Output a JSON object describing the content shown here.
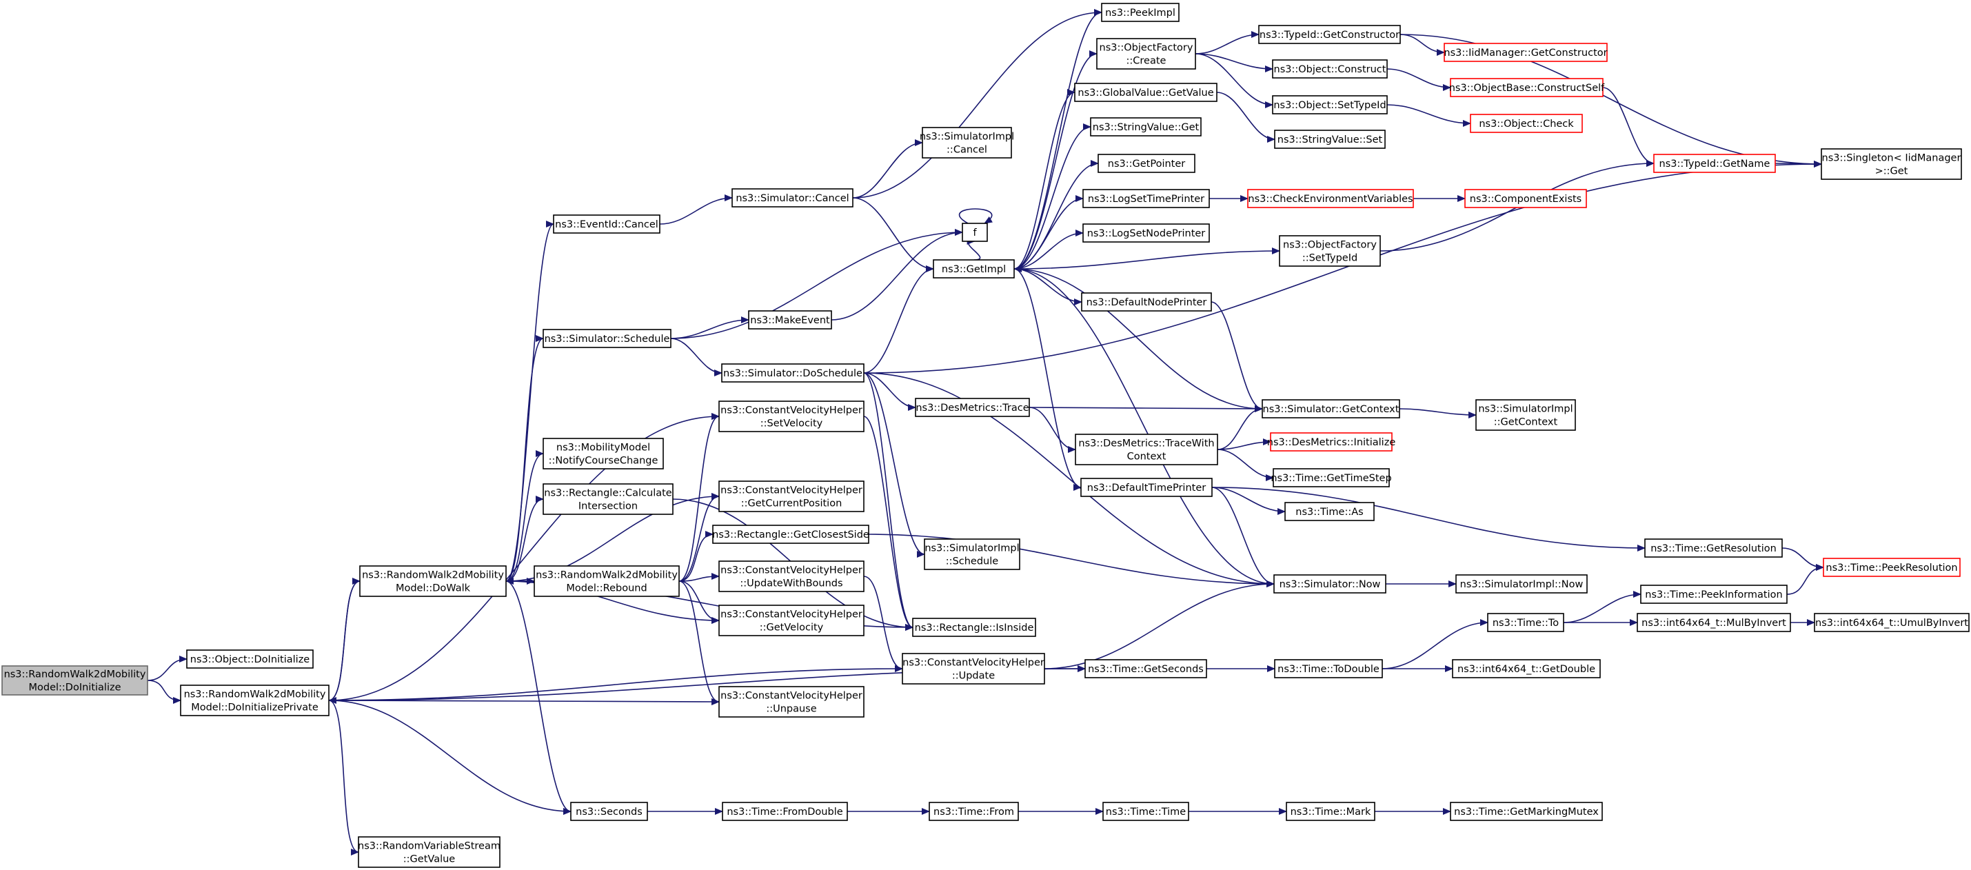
{
  "nodes": [
    {
      "id": "root",
      "lines": [
        "ns3::RandomWalk2dMobility",
        "Model::DoInitialize"
      ],
      "style": "root"
    },
    {
      "id": "obj_doinit",
      "lines": [
        "ns3::Object::DoInitialize"
      ]
    },
    {
      "id": "doinitpriv",
      "lines": [
        "ns3::RandomWalk2dMobility",
        "Model::DoInitializePrivate"
      ]
    },
    {
      "id": "dowalk",
      "lines": [
        "ns3::RandomWalk2dMobility",
        "Model::DoWalk"
      ]
    },
    {
      "id": "rebound",
      "lines": [
        "ns3::RandomWalk2dMobility",
        "Model::Rebound"
      ]
    },
    {
      "id": "rvs_get",
      "lines": [
        "ns3::RandomVariableStream",
        "::GetValue"
      ]
    },
    {
      "id": "eventcancel",
      "lines": [
        "ns3::EventId::Cancel"
      ]
    },
    {
      "id": "simsched",
      "lines": [
        "ns3::Simulator::Schedule"
      ]
    },
    {
      "id": "mobnotify",
      "lines": [
        "ns3::MobilityModel",
        "::NotifyCourseChange"
      ]
    },
    {
      "id": "rectcalc",
      "lines": [
        "ns3::Rectangle::Calculate",
        "Intersection"
      ]
    },
    {
      "id": "seconds",
      "lines": [
        "ns3::Seconds"
      ]
    },
    {
      "id": "simcancel",
      "lines": [
        "ns3::Simulator::Cancel"
      ]
    },
    {
      "id": "makeevent",
      "lines": [
        "ns3::MakeEvent"
      ]
    },
    {
      "id": "simdosched",
      "lines": [
        "ns3::Simulator::DoSchedule"
      ]
    },
    {
      "id": "cvh_setvel",
      "lines": [
        "ns3::ConstantVelocityHelper",
        "::SetVelocity"
      ]
    },
    {
      "id": "cvh_getpos",
      "lines": [
        "ns3::ConstantVelocityHelper",
        "::GetCurrentPosition"
      ]
    },
    {
      "id": "rect_closest",
      "lines": [
        "ns3::Rectangle::GetClosestSide"
      ]
    },
    {
      "id": "cvh_updbounds",
      "lines": [
        "ns3::ConstantVelocityHelper",
        "::UpdateWithBounds"
      ]
    },
    {
      "id": "cvh_getvel",
      "lines": [
        "ns3::ConstantVelocityHelper",
        "::GetVelocity"
      ]
    },
    {
      "id": "cvh_unpause",
      "lines": [
        "ns3::ConstantVelocityHelper",
        "::Unpause"
      ]
    },
    {
      "id": "timefromdouble",
      "lines": [
        "ns3::Time::FromDouble"
      ]
    },
    {
      "id": "simimplcancel",
      "lines": [
        "ns3::SimulatorImpl",
        "::Cancel"
      ]
    },
    {
      "id": "f",
      "lines": [
        "f"
      ]
    },
    {
      "id": "getimpl",
      "lines": [
        "ns3::GetImpl"
      ]
    },
    {
      "id": "desmetrics_trace",
      "lines": [
        "ns3::DesMetrics::Trace"
      ]
    },
    {
      "id": "simimplsched",
      "lines": [
        "ns3::SimulatorImpl",
        "::Schedule"
      ]
    },
    {
      "id": "rect_isinside",
      "lines": [
        "ns3::Rectangle::IsInside"
      ]
    },
    {
      "id": "cvh_update",
      "lines": [
        "ns3::ConstantVelocityHelper",
        "::Update"
      ]
    },
    {
      "id": "timefrom",
      "lines": [
        "ns3::Time::From"
      ]
    },
    {
      "id": "peekimpl",
      "lines": [
        "ns3::PeekImpl"
      ]
    },
    {
      "id": "objfactory_create",
      "lines": [
        "ns3::ObjectFactory",
        "::Create"
      ]
    },
    {
      "id": "globalvalue_get",
      "lines": [
        "ns3::GlobalValue::GetValue"
      ]
    },
    {
      "id": "stringvalue_get",
      "lines": [
        "ns3::StringValue::Get"
      ]
    },
    {
      "id": "getpointer",
      "lines": [
        "ns3::GetPointer"
      ]
    },
    {
      "id": "logsettime",
      "lines": [
        "ns3::LogSetTimePrinter"
      ]
    },
    {
      "id": "logsetnode",
      "lines": [
        "ns3::LogSetNodePrinter"
      ]
    },
    {
      "id": "defnodeprinter",
      "lines": [
        "ns3::DefaultNodePrinter"
      ]
    },
    {
      "id": "desmetrics_tracectx",
      "lines": [
        "ns3::DesMetrics::TraceWith",
        "Context"
      ]
    },
    {
      "id": "deftimeprinter",
      "lines": [
        "ns3::DefaultTimePrinter"
      ]
    },
    {
      "id": "timegetseconds",
      "lines": [
        "ns3::Time::GetSeconds"
      ]
    },
    {
      "id": "timetime",
      "lines": [
        "ns3::Time::Time"
      ]
    },
    {
      "id": "typeid_getctor",
      "lines": [
        "ns3::TypeId::GetConstructor"
      ]
    },
    {
      "id": "obj_construct",
      "lines": [
        "ns3::Object::Construct"
      ]
    },
    {
      "id": "obj_settypeid",
      "lines": [
        "ns3::Object::SetTypeId"
      ]
    },
    {
      "id": "stringvalue_set",
      "lines": [
        "ns3::StringValue::Set"
      ]
    },
    {
      "id": "checkenv",
      "lines": [
        "ns3::CheckEnvironmentVariables"
      ],
      "style": "red"
    },
    {
      "id": "objfactory_settypeid",
      "lines": [
        "ns3::ObjectFactory",
        "::SetTypeId"
      ]
    },
    {
      "id": "simgetctx",
      "lines": [
        "ns3::Simulator::GetContext"
      ]
    },
    {
      "id": "desmetrics_init",
      "lines": [
        "ns3::DesMetrics::Initialize"
      ],
      "style": "red"
    },
    {
      "id": "timegetstep",
      "lines": [
        "ns3::Time::GetTimeStep"
      ]
    },
    {
      "id": "timeas",
      "lines": [
        "ns3::Time::As"
      ]
    },
    {
      "id": "simnow",
      "lines": [
        "ns3::Simulator::Now"
      ]
    },
    {
      "id": "timetodouble",
      "lines": [
        "ns3::Time::ToDouble"
      ]
    },
    {
      "id": "timemark",
      "lines": [
        "ns3::Time::Mark"
      ]
    },
    {
      "id": "iidmgr_getctor",
      "lines": [
        "ns3::IidManager::GetConstructor"
      ],
      "style": "red"
    },
    {
      "id": "objbase_constructself",
      "lines": [
        "ns3::ObjectBase::ConstructSelf"
      ],
      "style": "red"
    },
    {
      "id": "objcheck",
      "lines": [
        "ns3::Object::Check"
      ],
      "style": "red"
    },
    {
      "id": "componentexists",
      "lines": [
        "ns3::ComponentExists"
      ],
      "style": "red"
    },
    {
      "id": "typeid_getname",
      "lines": [
        "ns3::TypeId::GetName"
      ],
      "style": "red"
    },
    {
      "id": "simimpl_getctx",
      "lines": [
        "ns3::SimulatorImpl",
        "::GetContext"
      ]
    },
    {
      "id": "timegetres",
      "lines": [
        "ns3::Time::GetResolution"
      ]
    },
    {
      "id": "simimplnow",
      "lines": [
        "ns3::SimulatorImpl::Now"
      ]
    },
    {
      "id": "timeto",
      "lines": [
        "ns3::Time::To"
      ]
    },
    {
      "id": "int64_getdouble",
      "lines": [
        "ns3::int64x64_t::GetDouble"
      ]
    },
    {
      "id": "timegetmarkingmutex",
      "lines": [
        "ns3::Time::GetMarkingMutex"
      ]
    },
    {
      "id": "singleton_get",
      "lines": [
        "ns3::Singleton< IidManager",
        " >::Get"
      ]
    },
    {
      "id": "timepeekinfo",
      "lines": [
        "ns3::Time::PeekInformation"
      ]
    },
    {
      "id": "int64_mulbyinvert",
      "lines": [
        "ns3::int64x64_t::MulByInvert"
      ]
    },
    {
      "id": "timepeekres",
      "lines": [
        "ns3::Time::PeekResolution"
      ],
      "style": "red"
    },
    {
      "id": "int64_umulbyinvert",
      "lines": [
        "ns3::int64x64_t::UmulByInvert"
      ]
    }
  ],
  "edges": [
    [
      "root",
      "obj_doinit"
    ],
    [
      "root",
      "doinitpriv"
    ],
    [
      "doinitpriv",
      "dowalk"
    ],
    [
      "doinitpriv",
      "rvs_get"
    ],
    [
      "doinitpriv",
      "seconds"
    ],
    [
      "doinitpriv",
      "cvh_setvel"
    ],
    [
      "doinitpriv",
      "cvh_unpause"
    ],
    [
      "doinitpriv",
      "cvh_update"
    ],
    [
      "doinitpriv",
      "timegetseconds"
    ],
    [
      "dowalk",
      "eventcancel"
    ],
    [
      "dowalk",
      "simsched"
    ],
    [
      "dowalk",
      "mobnotify"
    ],
    [
      "dowalk",
      "rectcalc"
    ],
    [
      "dowalk",
      "rebound"
    ],
    [
      "dowalk",
      "seconds"
    ],
    [
      "dowalk",
      "doinitpriv"
    ],
    [
      "dowalk",
      "cvh_getpos"
    ],
    [
      "dowalk",
      "cvh_getvel"
    ],
    [
      "dowalk",
      "rect_isinside"
    ],
    [
      "rebound",
      "dowalk"
    ],
    [
      "rebound",
      "cvh_setvel"
    ],
    [
      "rebound",
      "cvh_getpos"
    ],
    [
      "rebound",
      "rect_closest"
    ],
    [
      "rebound",
      "cvh_updbounds"
    ],
    [
      "rebound",
      "cvh_getvel"
    ],
    [
      "rebound",
      "cvh_unpause"
    ],
    [
      "eventcancel",
      "simcancel"
    ],
    [
      "simcancel",
      "simimplcancel"
    ],
    [
      "simcancel",
      "getimpl"
    ],
    [
      "simcancel",
      "peekimpl"
    ],
    [
      "simsched",
      "f"
    ],
    [
      "simsched",
      "makeevent"
    ],
    [
      "simsched",
      "simdosched"
    ],
    [
      "makeevent",
      "f"
    ],
    [
      "f",
      "f"
    ],
    [
      "simdosched",
      "getimpl"
    ],
    [
      "simdosched",
      "desmetrics_trace"
    ],
    [
      "simdosched",
      "simimplsched"
    ],
    [
      "simdosched",
      "simnow"
    ],
    [
      "simdosched",
      "rect_isinside"
    ],
    [
      "simdosched",
      "singleton_get"
    ],
    [
      "seconds",
      "timefromdouble"
    ],
    [
      "timefromdouble",
      "timefrom"
    ],
    [
      "timefrom",
      "timetime"
    ],
    [
      "timetime",
      "timemark"
    ],
    [
      "timemark",
      "timegetmarkingmutex"
    ],
    [
      "cvh_setvel",
      "rect_isinside"
    ],
    [
      "rectcalc",
      "rect_isinside"
    ],
    [
      "rect_closest",
      "simnow"
    ],
    [
      "cvh_updbounds",
      "cvh_update"
    ],
    [
      "cvh_update",
      "simnow"
    ],
    [
      "cvh_update",
      "timegetseconds"
    ],
    [
      "getimpl",
      "f"
    ],
    [
      "getimpl",
      "peekimpl"
    ],
    [
      "getimpl",
      "objfactory_create"
    ],
    [
      "getimpl",
      "globalvalue_get"
    ],
    [
      "getimpl",
      "stringvalue_get"
    ],
    [
      "getimpl",
      "getpointer"
    ],
    [
      "getimpl",
      "logsettime"
    ],
    [
      "getimpl",
      "logsetnode"
    ],
    [
      "getimpl",
      "defnodeprinter"
    ],
    [
      "getimpl",
      "deftimeprinter"
    ],
    [
      "getimpl",
      "objfactory_settypeid"
    ],
    [
      "objfactory_create",
      "typeid_getctor"
    ],
    [
      "objfactory_create",
      "obj_construct"
    ],
    [
      "objfactory_create",
      "obj_settypeid"
    ],
    [
      "globalvalue_get",
      "stringvalue_set"
    ],
    [
      "typeid_getctor",
      "iidmgr_getctor"
    ],
    [
      "typeid_getctor",
      "singleton_get"
    ],
    [
      "obj_construct",
      "objbase_constructself"
    ],
    [
      "obj_settypeid",
      "objcheck"
    ],
    [
      "objbase_constructself",
      "typeid_getname"
    ],
    [
      "logsettime",
      "checkenv"
    ],
    [
      "checkenv",
      "componentexists"
    ],
    [
      "objfactory_settypeid",
      "typeid_getname"
    ],
    [
      "typeid_getname",
      "singleton_get"
    ],
    [
      "defnodeprinter",
      "simgetctx"
    ],
    [
      "desmetrics_trace",
      "simgetctx"
    ],
    [
      "desmetrics_trace",
      "desmetrics_tracectx"
    ],
    [
      "desmetrics_tracectx",
      "simgetctx"
    ],
    [
      "desmetrics_tracectx",
      "desmetrics_init"
    ],
    [
      "desmetrics_tracectx",
      "timegetstep"
    ],
    [
      "simgetctx",
      "getimpl"
    ],
    [
      "simgetctx",
      "simimpl_getctx"
    ],
    [
      "deftimeprinter",
      "timeas"
    ],
    [
      "deftimeprinter",
      "simnow"
    ],
    [
      "deftimeprinter",
      "timegetres"
    ],
    [
      "timegetres",
      "timepeekres"
    ],
    [
      "simnow",
      "getimpl"
    ],
    [
      "simnow",
      "simimplnow"
    ],
    [
      "timegetseconds",
      "timetodouble"
    ],
    [
      "timetodouble",
      "timeto"
    ],
    [
      "timetodouble",
      "int64_getdouble"
    ],
    [
      "timeto",
      "timepeekinfo"
    ],
    [
      "timeto",
      "int64_mulbyinvert"
    ],
    [
      "timepeekinfo",
      "timepeekres"
    ],
    [
      "int64_mulbyinvert",
      "int64_umulbyinvert"
    ]
  ]
}
